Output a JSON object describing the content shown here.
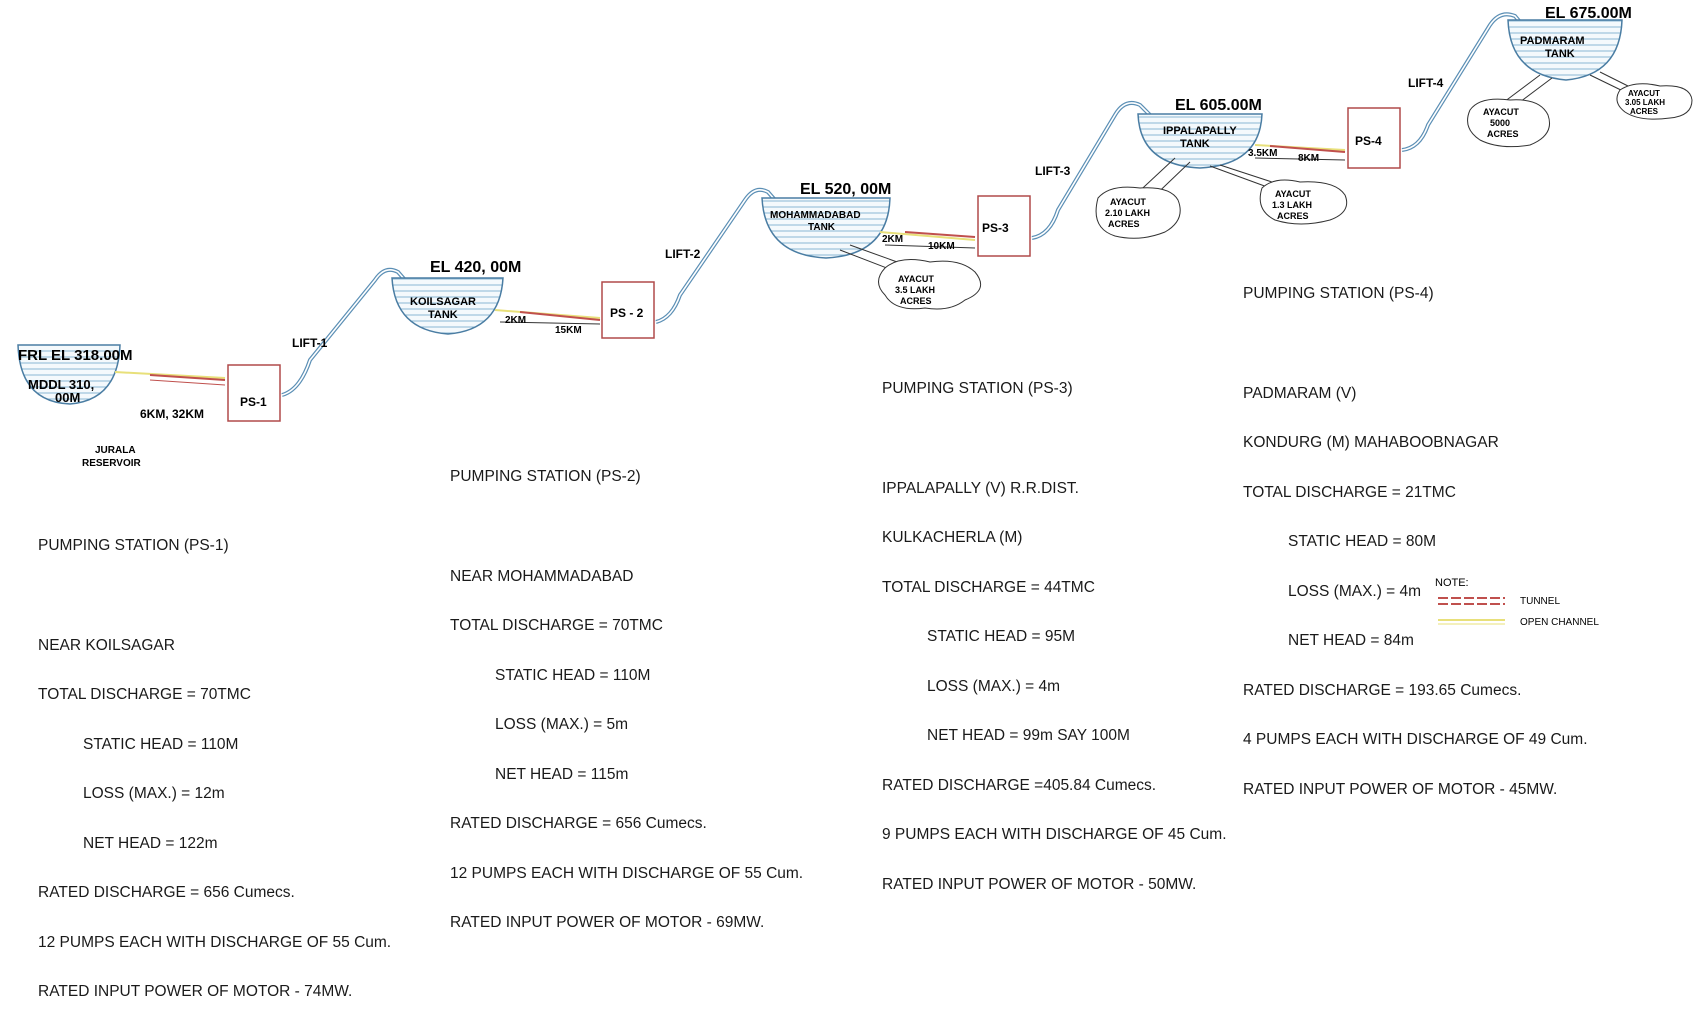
{
  "reservoir": {
    "frl": "FRL EL 318.00M",
    "mddl_1": "MDDL 310,",
    "mddl_2": "00M",
    "name_1": "JURALA",
    "name_2": "RESERVOIR",
    "dist": "6KM, 32KM"
  },
  "ps1_box": "PS-1",
  "lift1": "LIFT-1",
  "koilsagar": {
    "el": "EL 420, 00M",
    "n1": "KOILSAGAR",
    "n2": "TANK",
    "d1": "2KM",
    "d2": "15KM"
  },
  "ps2_box": "PS - 2",
  "lift2": "LIFT-2",
  "mohammadabad": {
    "el": "EL 520, 00M",
    "n1": "MOHAMMADABAD",
    "n2": "TANK",
    "d1": "2KM",
    "d2": "10KM"
  },
  "ps3_box": "PS-3",
  "lift3": "LIFT-3",
  "ippalapally": {
    "el": "EL  605.00M",
    "n1": "IPPALAPALLY",
    "n2": "TANK",
    "d1": "3.5KM",
    "d2": "8KM"
  },
  "ps4_box": "PS-4",
  "lift4": "LIFT-4",
  "padmaram": {
    "el": "EL 675.00M",
    "n1": "PADMARAM",
    "n2": "TANK"
  },
  "ayacuts": [
    {
      "l1": "AYACUT",
      "l2": "3.5 LAKH",
      "l3": "ACRES"
    },
    {
      "l1": "AYACUT",
      "l2": "2.10 LAKH",
      "l3": "ACRES"
    },
    {
      "l1": "AYACUT",
      "l2": "1.3 LAKH",
      "l3": "ACRES"
    },
    {
      "l1": "AYACUT",
      "l2": "5000",
      "l3": "ACRES"
    },
    {
      "l1": "AYACUT",
      "l2": "3.05 LAKH",
      "l3": "ACRES"
    }
  ],
  "ps1_info": {
    "title": "PUMPING STATION (PS-1)",
    "l1": "NEAR KOILSAGAR",
    "l2": "TOTAL DISCHARGE = 70TMC",
    "l3": "STATIC HEAD = 110M",
    "l4": "LOSS (MAX.) = 12m",
    "l5": "NET HEAD = 122m",
    "l6": "RATED DISCHARGE = 656 Cumecs.",
    "l7": "12 PUMPS EACH WITH DISCHARGE OF 55 Cum.",
    "l8": "RATED INPUT POWER OF MOTOR - 74MW."
  },
  "ps2_info": {
    "title": "PUMPING STATION (PS-2)",
    "l1": "NEAR MOHAMMADABAD",
    "l2": "TOTAL DISCHARGE = 70TMC",
    "l3": "STATIC HEAD = 110M",
    "l4": "LOSS (MAX.) = 5m",
    "l5": "NET HEAD = 115m",
    "l6": "RATED DISCHARGE = 656 Cumecs.",
    "l7": "12 PUMPS EACH WITH DISCHARGE OF 55 Cum.",
    "l8": "RATED INPUT POWER OF MOTOR - 69MW."
  },
  "ps3_info": {
    "title": "PUMPING STATION (PS-3)",
    "l1": "IPPALAPALLY (V) R.R.DIST.",
    "l2": "KULKACHERLA (M)",
    "l3": "TOTAL DISCHARGE = 44TMC",
    "l4": "STATIC HEAD = 95M",
    "l5": "LOSS (MAX.) = 4m",
    "l6": "NET HEAD = 99m SAY 100M",
    "l7": "RATED DISCHARGE =405.84 Cumecs.",
    "l8": "9 PUMPS EACH WITH DISCHARGE OF 45 Cum.",
    "l9": "RATED INPUT POWER OF MOTOR - 50MW."
  },
  "ps4_info": {
    "title": "PUMPING STATION (PS-4)",
    "l1": "PADMARAM (V)",
    "l2": "KONDURG (M) MAHABOOBNAGAR",
    "l3": "TOTAL DISCHARGE = 21TMC",
    "l4": "STATIC HEAD = 80M",
    "l5": "LOSS (MAX.) = 4m",
    "l6": "NET HEAD = 84m",
    "l7": "RATED DISCHARGE = 193.65 Cumecs.",
    "l8": "4 PUMPS EACH WITH DISCHARGE OF 49 Cum.",
    "l9": "RATED INPUT POWER OF MOTOR - 45MW."
  },
  "note": {
    "title": "NOTE:",
    "tunnel": "TUNNEL",
    "channel": "OPEN CHANNEL",
    "tunnel_color": "#c0504d",
    "channel_color": "#e8e07a"
  },
  "colors": {
    "water": "#6fa7c9",
    "pipe": "#5b8fb5",
    "box": "#b04a4a"
  }
}
